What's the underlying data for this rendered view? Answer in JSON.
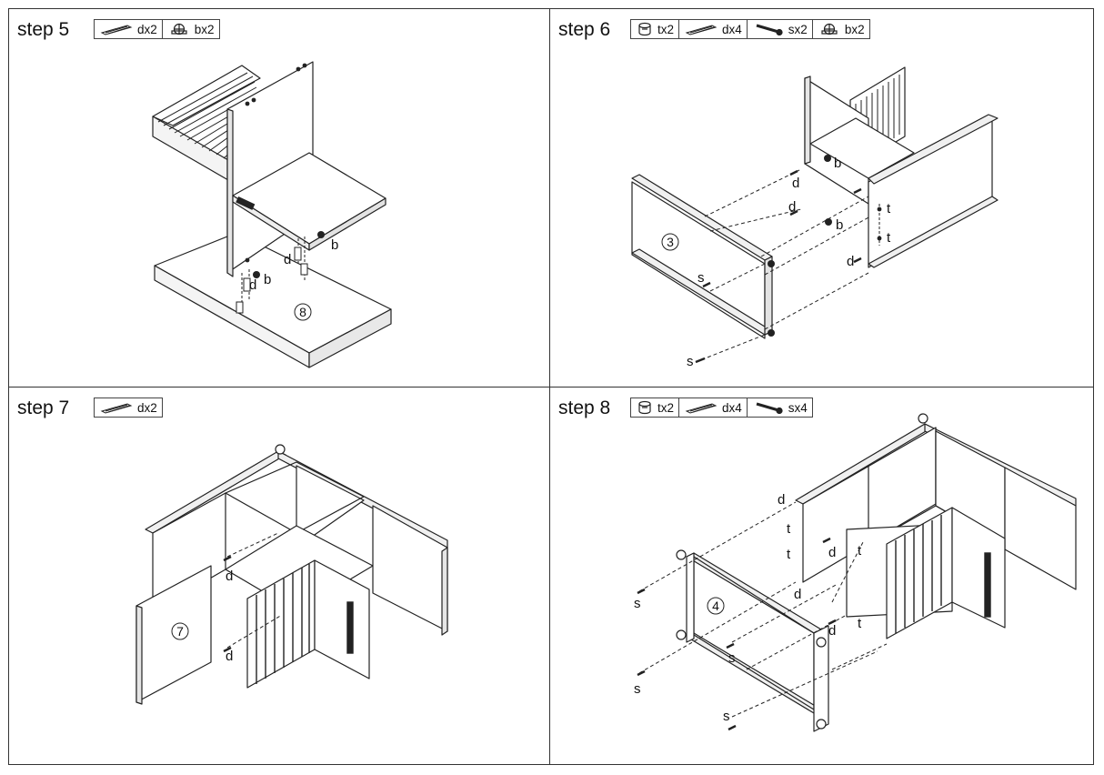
{
  "steps": [
    {
      "title": "step 5",
      "parts": [
        {
          "icon": "dowel-icon",
          "label": "dx2"
        },
        {
          "icon": "cam-lock-icon",
          "label": "bx2"
        }
      ],
      "callouts": {
        "panel": "8",
        "b1": "b",
        "b2": "b",
        "d1": "d",
        "d2": "d"
      }
    },
    {
      "title": "step 6",
      "parts": [
        {
          "icon": "cam-nut-icon",
          "label": "tx2"
        },
        {
          "icon": "dowel-icon",
          "label": "dx4"
        },
        {
          "icon": "screw-icon",
          "label": "sx2"
        },
        {
          "icon": "cam-lock-icon",
          "label": "bx2"
        }
      ],
      "callouts": {
        "panel": "3",
        "b1": "b",
        "b2": "b",
        "d1": "d",
        "d2": "d",
        "d3": "d",
        "t1": "t",
        "t2": "t",
        "s1": "s",
        "s2": "s"
      }
    },
    {
      "title": "step 7",
      "parts": [
        {
          "icon": "dowel-icon",
          "label": "dx2"
        }
      ],
      "callouts": {
        "panel": "7",
        "d1": "d",
        "d2": "d"
      }
    },
    {
      "title": "step 8",
      "parts": [
        {
          "icon": "cam-nut-icon",
          "label": "tx2"
        },
        {
          "icon": "dowel-icon",
          "label": "dx4"
        },
        {
          "icon": "screw-icon",
          "label": "sx4"
        }
      ],
      "callouts": {
        "panel": "4",
        "d1": "d",
        "d2": "d",
        "d3": "d",
        "d4": "d",
        "t1": "t",
        "t2": "t",
        "t3": "t",
        "t4": "t",
        "s1": "s",
        "s2": "s",
        "s3": "s",
        "s4": "s"
      }
    }
  ]
}
